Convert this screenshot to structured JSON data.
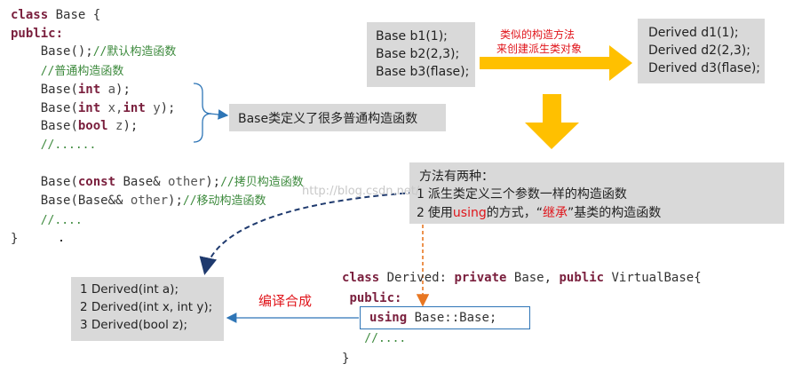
{
  "base_code": {
    "l1_kw": "class",
    "l1_name": "Base",
    "l1_brace": "{",
    "l2_kw": "public:",
    "l3_fn": "Base",
    "l3_rest": "();",
    "l3_cmt": "//默认构造函数",
    "l4_cmt": "//普通构造函数",
    "l5_fn": "Base",
    "l5_p1": "(",
    "l5_t1": "int",
    "l5_a1": " a",
    "l5_p2": ");",
    "l6_fn": "Base",
    "l6_p1": "(",
    "l6_t1": "int",
    "l6_a1": " x,",
    "l6_t2": "int",
    "l6_a2": " y",
    "l6_p2": ");",
    "l7_fn": "Base",
    "l7_p1": "(",
    "l7_t1": "bool",
    "l7_a1": " z",
    "l7_p2": ");",
    "l8_cmt": "//......",
    "l9_fn": "Base",
    "l9_p1": "(",
    "l9_t1": "const",
    "l9_mid": " Base& ",
    "l9_a1": "other",
    "l9_p2": ");",
    "l9_cmt": "//拷贝构造函数",
    "l10_fn": "Base",
    "l10_p1": "(Base&& ",
    "l10_a1": "other",
    "l10_p2": ");",
    "l10_cmt": "//移动构造函数",
    "l11_cmt": "//....",
    "l12": "}"
  },
  "note_base_ctor": "Base类定义了很多普通构造函数",
  "base_objects": [
    "Base b1(1);",
    "Base b2(2,3);",
    "Base b3(flase);"
  ],
  "arrow_label": [
    "类似的构造方法",
    "来创建派生类对象"
  ],
  "derived_objects": [
    "Derived d1(1);",
    "Derived d2(2,3);",
    "Derived d3(flase);"
  ],
  "methods": {
    "title": "方法有两种：",
    "m1_num": "1",
    "m1_text": "派生类定义三个参数一样的构造函数",
    "m2_num": "2",
    "m2_pre": "使用",
    "m2_kw": "using",
    "m2_mid": "的方式，“",
    "m2_red": "继承",
    "m2_post": "”基类的构造函数"
  },
  "derived_code": {
    "l1_kw": "class",
    "l1_name": " Derived: ",
    "l1_kw2": "private",
    "l1_b1": " Base, ",
    "l1_kw3": "public",
    "l1_b2": " VirtualBase{",
    "l2_kw": "public:",
    "l3_kw": "using",
    "l3_rest": " Base::Base;",
    "l4_cmt": "//....",
    "l5": "}"
  },
  "compile_label": "编译合成",
  "synth_ctors": [
    "1 Derived(int a);",
    "2 Derived(int x, int y);",
    "3 Derived(bool z);"
  ],
  "watermark": "http://blog.csdn.net/",
  "colors": {
    "orange": "#ffc000",
    "blue_line": "#2e75b6",
    "navy_dash": "#1f3a6e",
    "orange_dash": "#e87722",
    "red": "#e0151b",
    "box_gray": "#d9d9d9"
  }
}
